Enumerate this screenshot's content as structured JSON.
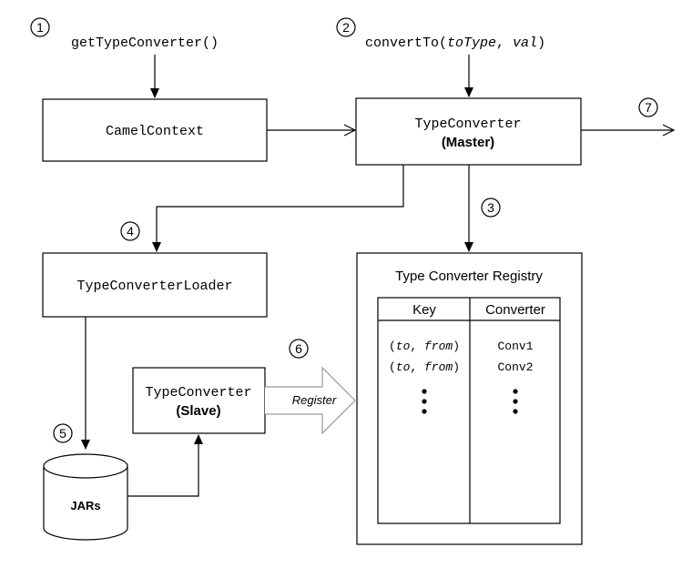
{
  "steps": {
    "s1": {
      "num": "1",
      "call": "getTypeConverter()"
    },
    "s2": {
      "num": "2",
      "call_name": "convertTo(",
      "arg1": "toType",
      "sep": ", ",
      "arg2": "val",
      "close": ")"
    },
    "s3": {
      "num": "3"
    },
    "s4": {
      "num": "4"
    },
    "s5": {
      "num": "5"
    },
    "s6": {
      "num": "6"
    },
    "s7": {
      "num": "7"
    }
  },
  "boxes": {
    "camel_context": "CamelContext",
    "master": {
      "name": "TypeConverter",
      "role": "(Master)"
    },
    "loader": "TypeConverterLoader",
    "slave": {
      "name": "TypeConverter",
      "role": "(Slave)"
    },
    "jars": "JARs"
  },
  "register_label": "Register",
  "registry": {
    "title": "Type Converter Registry",
    "headers": {
      "key": "Key",
      "converter": "Converter"
    },
    "rows": [
      {
        "open": "(",
        "to": "to",
        "comma": ", ",
        "from": "from",
        "close": ")",
        "converter": "Conv1"
      },
      {
        "open": "(",
        "to": "to",
        "comma": ", ",
        "from": "from",
        "close": ")",
        "converter": "Conv2"
      }
    ]
  }
}
